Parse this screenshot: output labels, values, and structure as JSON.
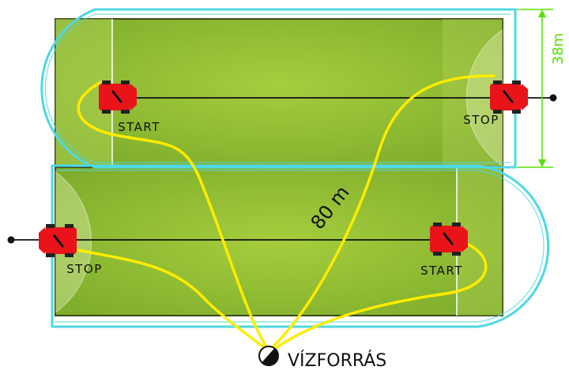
{
  "labels": {
    "start_top": "START",
    "stop_top": "STOP",
    "start_bottom": "START",
    "stop_bottom": "STOP",
    "dimension_length": "80 m",
    "dimension_width": "38m",
    "water_source": "VÍZFORRÁS"
  },
  "icons": {
    "water_source": "half-filled-circle-icon",
    "robot": "sprinkler-robot-icon"
  },
  "colors": {
    "field_green": "#9fc43a",
    "field_edge": "#3a4a1a",
    "boundary_cyan": "#4fd8e6",
    "hose_yellow": "#ffec00",
    "dimension_green": "#55e000",
    "robot_red": "#e8141a",
    "cable_black": "#111111"
  }
}
